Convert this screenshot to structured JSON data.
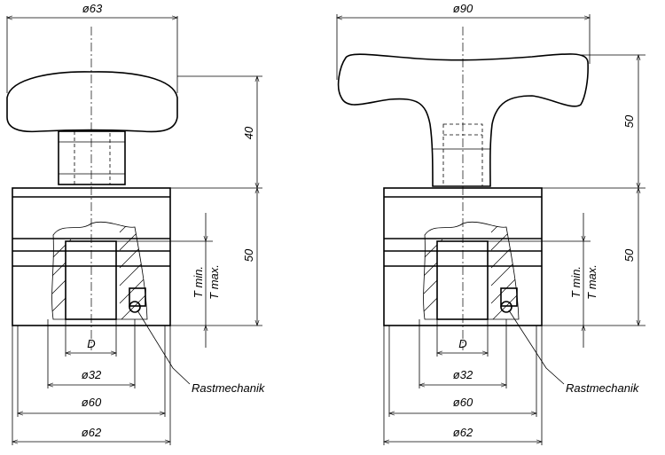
{
  "drawings": [
    {
      "id": "left",
      "labels": {
        "top_diameter": "ø63",
        "handle_height": "40",
        "body_height": "50",
        "t_min": "T min.",
        "t_max": "T max.",
        "bore": "D",
        "inner_diameter": "ø32",
        "collar_diameter": "ø60",
        "outer_diameter": "ø62",
        "callout": "Rastmechanik"
      }
    },
    {
      "id": "right",
      "labels": {
        "top_diameter": "ø90",
        "handle_height": "50",
        "body_height": "50",
        "t_min": "T min.",
        "t_max": "T max.",
        "bore": "D",
        "inner_diameter": "ø32",
        "collar_diameter": "ø60",
        "outer_diameter": "ø62",
        "callout": "Rastmechanik"
      }
    }
  ]
}
